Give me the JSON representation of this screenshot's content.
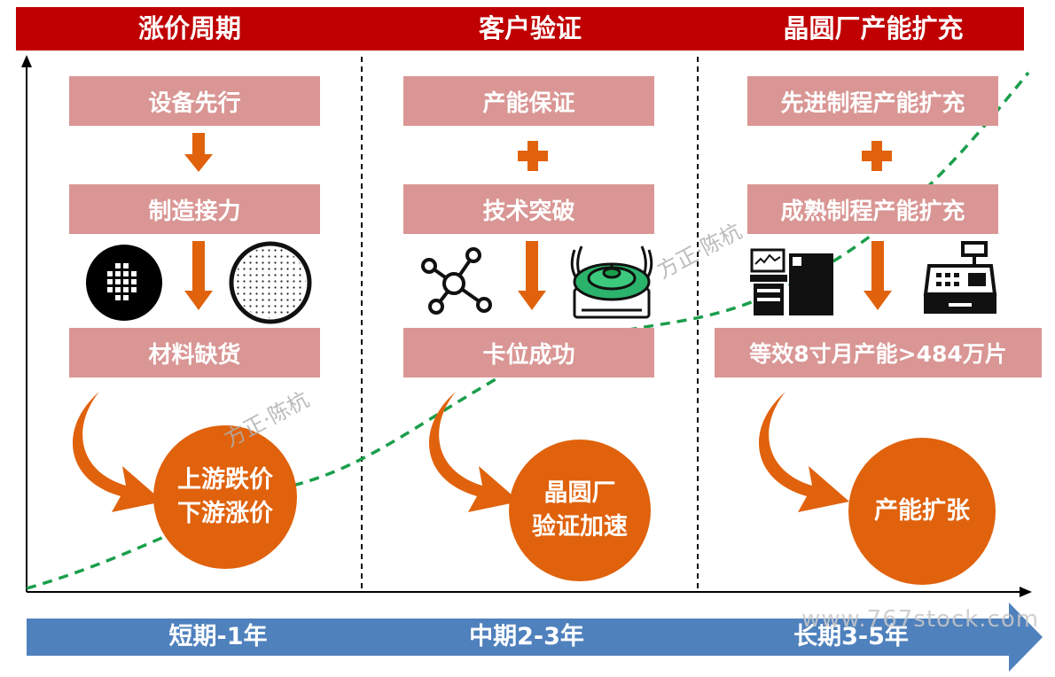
{
  "header": {
    "col1": "涨价周期",
    "col2": "客户验证",
    "col3": "晶圆厂产能扩充"
  },
  "col1": {
    "box1": "设备先行",
    "box2": "制造接力",
    "box3": "材料缺货",
    "circle_line1": "上游跌价",
    "circle_line2": "下游涨价"
  },
  "col2": {
    "box1": "产能保证",
    "box2": "技术突破",
    "box3": "卡位成功",
    "circle_line1": "晶圆厂",
    "circle_line2": "验证加速"
  },
  "col3": {
    "box1": "先进制程产能扩充",
    "box2": "成熟制程产能扩充",
    "box3": "等效8寸月产能>484万片",
    "circle_line1": "产能扩张"
  },
  "timeline": {
    "short": "短期-1年",
    "mid": "中期2-3年",
    "long": "长期3-5年"
  },
  "watermarks": {
    "author1": "方正·陈杭",
    "author2": "方正·陈杭",
    "url": "www.767stock.com"
  },
  "icons": {
    "col1_left": "wafer-die-grid-icon",
    "col1_right": "wafer-dots-icon",
    "col2_left": "molecule-icon",
    "col2_right": "spin-coater-icon",
    "col3_left": "fab-equipment-icon",
    "col3_right": "cash-register-icon"
  },
  "colors": {
    "header_red": "#c00000",
    "box_pink": "#d99694",
    "accent_orange": "#e0620d",
    "timeline_blue": "#4f81bd",
    "trend_green": "#1a9e4b"
  }
}
